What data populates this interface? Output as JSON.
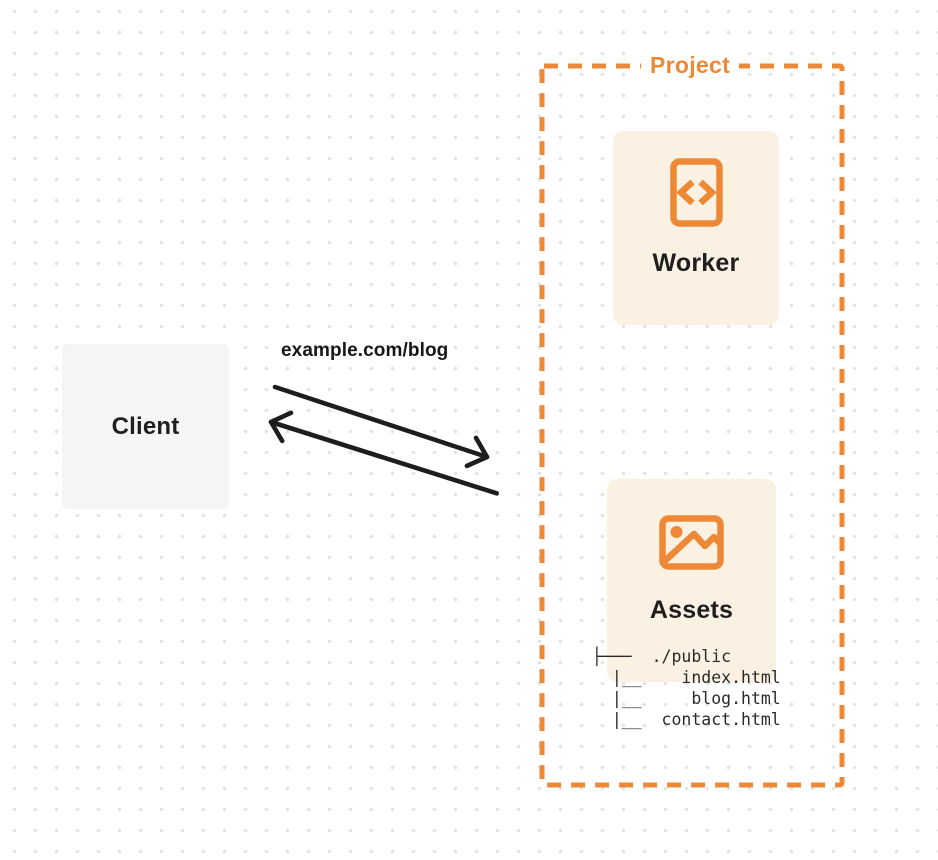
{
  "colors": {
    "accent_orange": "#ED8936",
    "node_fill_cream": "#FBF1E2",
    "client_fill_gray": "#F5F5F6",
    "arrow_black": "#1D1D1D",
    "text_dark": "#1F1F1F",
    "dot_grid": "#E3E3E3"
  },
  "client": {
    "label": "Client"
  },
  "request": {
    "url_label": "example.com/blog"
  },
  "project": {
    "label": "Project",
    "worker": {
      "label": "Worker",
      "icon": "code-file-icon"
    },
    "assets": {
      "label": "Assets",
      "icon": "image-icon",
      "file_tree_lines": [
        "├───  ./public",
        "  |__    index.html",
        "  |__     blog.html",
        "  |__  contact.html"
      ]
    }
  }
}
